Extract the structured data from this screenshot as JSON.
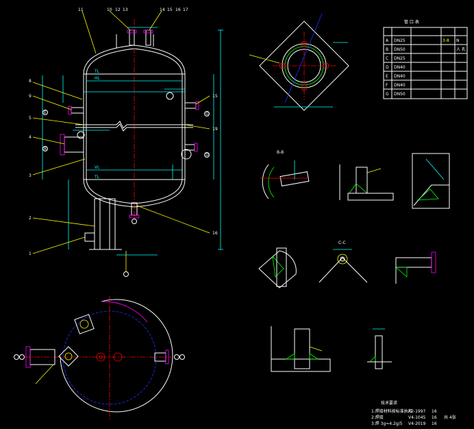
{
  "colors": {
    "background": "#000000",
    "outline": "#ffffff",
    "dimension": "#00ffff",
    "weld": "#00ff00",
    "leader": "#ffff00",
    "centerline": "#ff0000",
    "flange": "#ff00ff",
    "hidden": "#2030ff"
  },
  "main_view": {
    "top_nozzle_labels": [
      "10",
      "11",
      "12",
      "13",
      "14",
      "15",
      "16",
      "17"
    ],
    "left_labels": [
      "8",
      "9",
      "5",
      "4",
      "3",
      "2",
      "1"
    ],
    "right_labels": [
      "15",
      "19",
      "16"
    ],
    "levels": [
      "TL",
      "HL",
      "VL",
      "TL"
    ],
    "nozzle_marks": [
      "E",
      "B",
      "G",
      "D"
    ]
  },
  "table": {
    "title": "管 口 表",
    "rows": [
      {
        "mark": "A",
        "size": "DN25",
        "c1": "3-8",
        "c2": "N"
      },
      {
        "mark": "B",
        "size": "DN50",
        "c1": "",
        "c2": "人 孔"
      },
      {
        "mark": "C",
        "size": "DN25",
        "c1": "",
        "c2": ""
      },
      {
        "mark": "D",
        "size": "DN40",
        "c1": "",
        "c2": ""
      },
      {
        "mark": "E",
        "size": "DN40",
        "c1": "",
        "c2": ""
      },
      {
        "mark": "F",
        "size": "DN40",
        "c1": "",
        "c2": ""
      },
      {
        "mark": "G",
        "size": "DN50",
        "c1": "",
        "c2": ""
      }
    ]
  },
  "section_labels": {
    "b_b": "B-B",
    "c_c": "C-C"
  },
  "notes": {
    "title": "技术要求",
    "lines": [
      {
        "text": "1.焊接材料按标准执行",
        "code": "A2-1997",
        "extra": "16"
      },
      {
        "text": "2.焊接",
        "code": "V4-1045",
        "extra": "16"
      },
      {
        "text": "3.焊 3g=4.2g/5",
        "code": "V4-2019",
        "extra": "16"
      }
    ],
    "tail": "共 4张"
  }
}
